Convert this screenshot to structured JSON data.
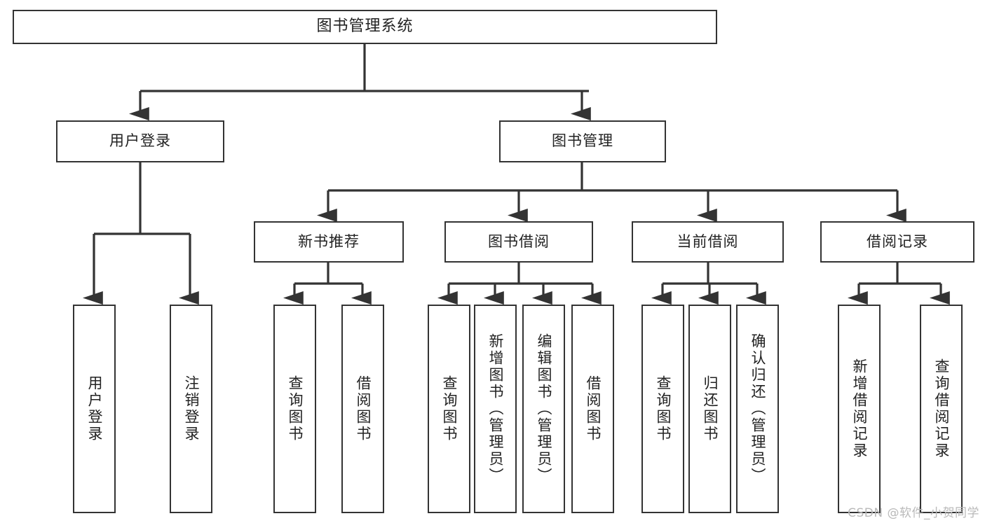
{
  "diagram": {
    "type": "tree-hierarchy",
    "title": "图书管理系统",
    "watermark": "CSDN @软件_小贺同学",
    "colors": {
      "box_border": "#333333",
      "box_fill": "#ffffff",
      "edge": "#333333",
      "text": "#222222",
      "watermark": "#b9b9b9",
      "background": "#ffffff"
    },
    "nodes": {
      "root": {
        "label": "图书管理系统",
        "level": 1
      },
      "user_login": {
        "label": "用户登录",
        "level": 2
      },
      "book_manage": {
        "label": "图书管理",
        "level": 2
      },
      "new_book_rec": {
        "label": "新书推荐",
        "level": 3
      },
      "book_borrow": {
        "label": "图书借阅",
        "level": 3
      },
      "current_borrow": {
        "label": "当前借阅",
        "level": 3
      },
      "borrow_record": {
        "label": "借阅记录",
        "level": 3
      }
    },
    "leaves": {
      "user_login": [
        {
          "label": "用户登录"
        },
        {
          "label": "注销登录"
        }
      ],
      "new_book_rec": [
        {
          "label": "查询图书"
        },
        {
          "label": "借阅图书"
        }
      ],
      "book_borrow": [
        {
          "label": "查询图书"
        },
        {
          "label": "新增图书（管理员）"
        },
        {
          "label": "编辑图书（管理员）"
        },
        {
          "label": "借阅图书"
        }
      ],
      "current_borrow": [
        {
          "label": "查询图书"
        },
        {
          "label": "归还图书"
        },
        {
          "label": "确认归还（管理员）"
        }
      ],
      "borrow_record": [
        {
          "label": "新增借阅记录"
        },
        {
          "label": "查询借阅记录"
        }
      ]
    }
  }
}
